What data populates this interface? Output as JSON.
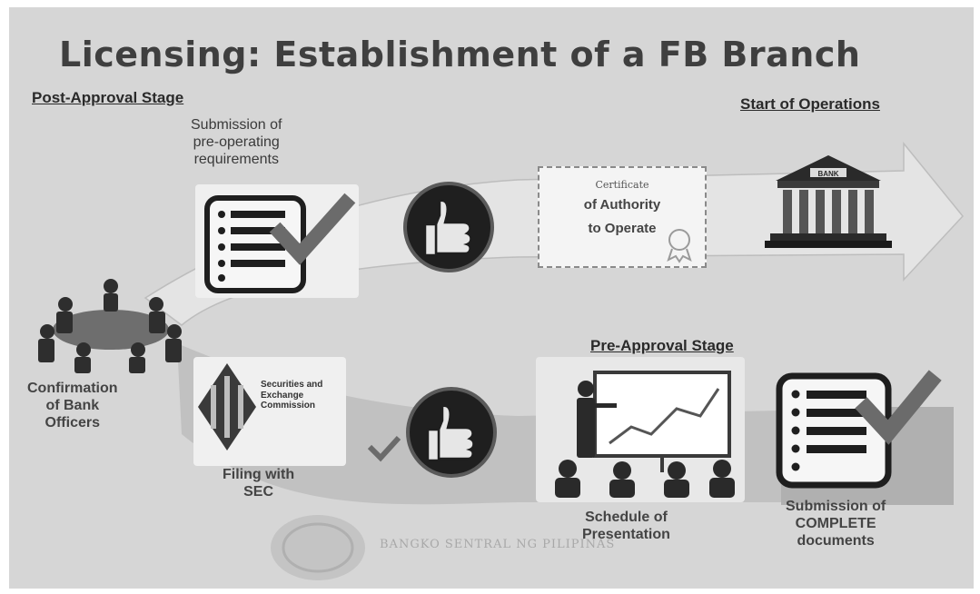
{
  "title": "Licensing: Establishment of a FB Branch",
  "stages": {
    "post_approval": "Post-Approval Stage",
    "start_operations": "Start of Operations",
    "pre_approval": "Pre-Approval Stage"
  },
  "steps": {
    "submission_pre_operating": [
      "Submission of",
      "pre-operating",
      "requirements"
    ],
    "confirmation_officers": [
      "Confirmation",
      "of Bank",
      "Officers"
    ],
    "filing_sec": [
      "Filing with",
      "SEC"
    ],
    "schedule_presentation": [
      "Schedule of",
      "Presentation"
    ],
    "submission_complete": [
      "Submission of",
      "COMPLETE",
      "documents"
    ]
  },
  "certificate": {
    "small": "Certificate",
    "line1": "of Authority",
    "line2": "to Operate"
  },
  "sec_logo": {
    "line1": "Securities and",
    "line2": "Exchange",
    "line3": "Commission"
  },
  "bank_sign": "BANK",
  "seal_text": "BANGKO SENTRAL NG PILIPINAS",
  "colors": {
    "background": "#d6d6d6",
    "arrow": "#e4e4e4",
    "dark_icon": "#1f1f1f",
    "checkmark": "#6b6b6b",
    "title": "#3f3f3f"
  },
  "icons": [
    "checklist-icon",
    "thumbs-up-icon",
    "bank-building-icon",
    "meeting-icon",
    "sec-logo-icon",
    "presentation-icon"
  ]
}
